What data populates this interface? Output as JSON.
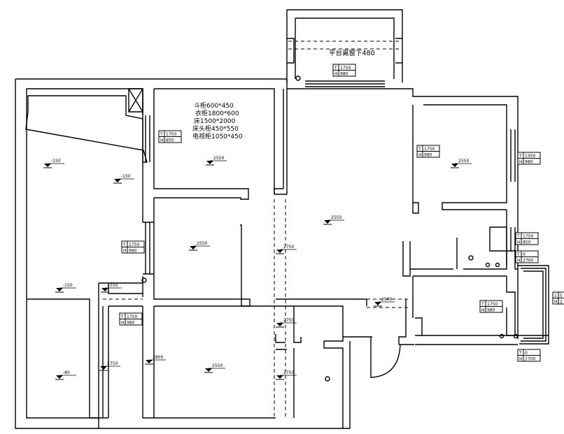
{
  "balcony_note": "平台离窗下480",
  "furniture_notes": [
    "斗柜600*450",
    "衣柜1800*600",
    "床1500*2000",
    "床头柜450*550",
    "电视柜1050*450"
  ],
  "window_tags": [
    {
      "t_label": "T",
      "t": "1750",
      "h_label": "H",
      "h": "850"
    },
    {
      "t_label": "T",
      "t": "1750",
      "h_label": "H",
      "h": "980"
    },
    {
      "t_label": "T",
      "t": "1750",
      "h_label": "H",
      "h": "980"
    },
    {
      "t_label": "T",
      "t": "1350",
      "h_label": "H",
      "h": "980"
    },
    {
      "t_label": "T",
      "t": "1750",
      "h_label": "H",
      "h": "850"
    },
    {
      "t_label": "T",
      "t": "0",
      "h_label": "H",
      "h": "2700"
    },
    {
      "t_label": "T",
      "t": "1750",
      "h_label": "H",
      "h": "980"
    },
    {
      "t_label": "T",
      "t": "1750",
      "h_label": "H",
      "h": "980"
    },
    {
      "t_label": "T",
      "t": "1750",
      "h_label": "H",
      "h": "980"
    },
    {
      "t_label": "T",
      "t": "0",
      "h_label": "H",
      "h": "2700"
    },
    {
      "t_label": "1",
      "t": "5",
      "h_label": "H",
      "h": "2"
    }
  ],
  "elevations": [
    "-150",
    "-150",
    "-150",
    "-550",
    "-80",
    "2550",
    "2550",
    "2550",
    "2750",
    "2550",
    "2500",
    "2750",
    "2750",
    "2550",
    "2750",
    "2800"
  ]
}
